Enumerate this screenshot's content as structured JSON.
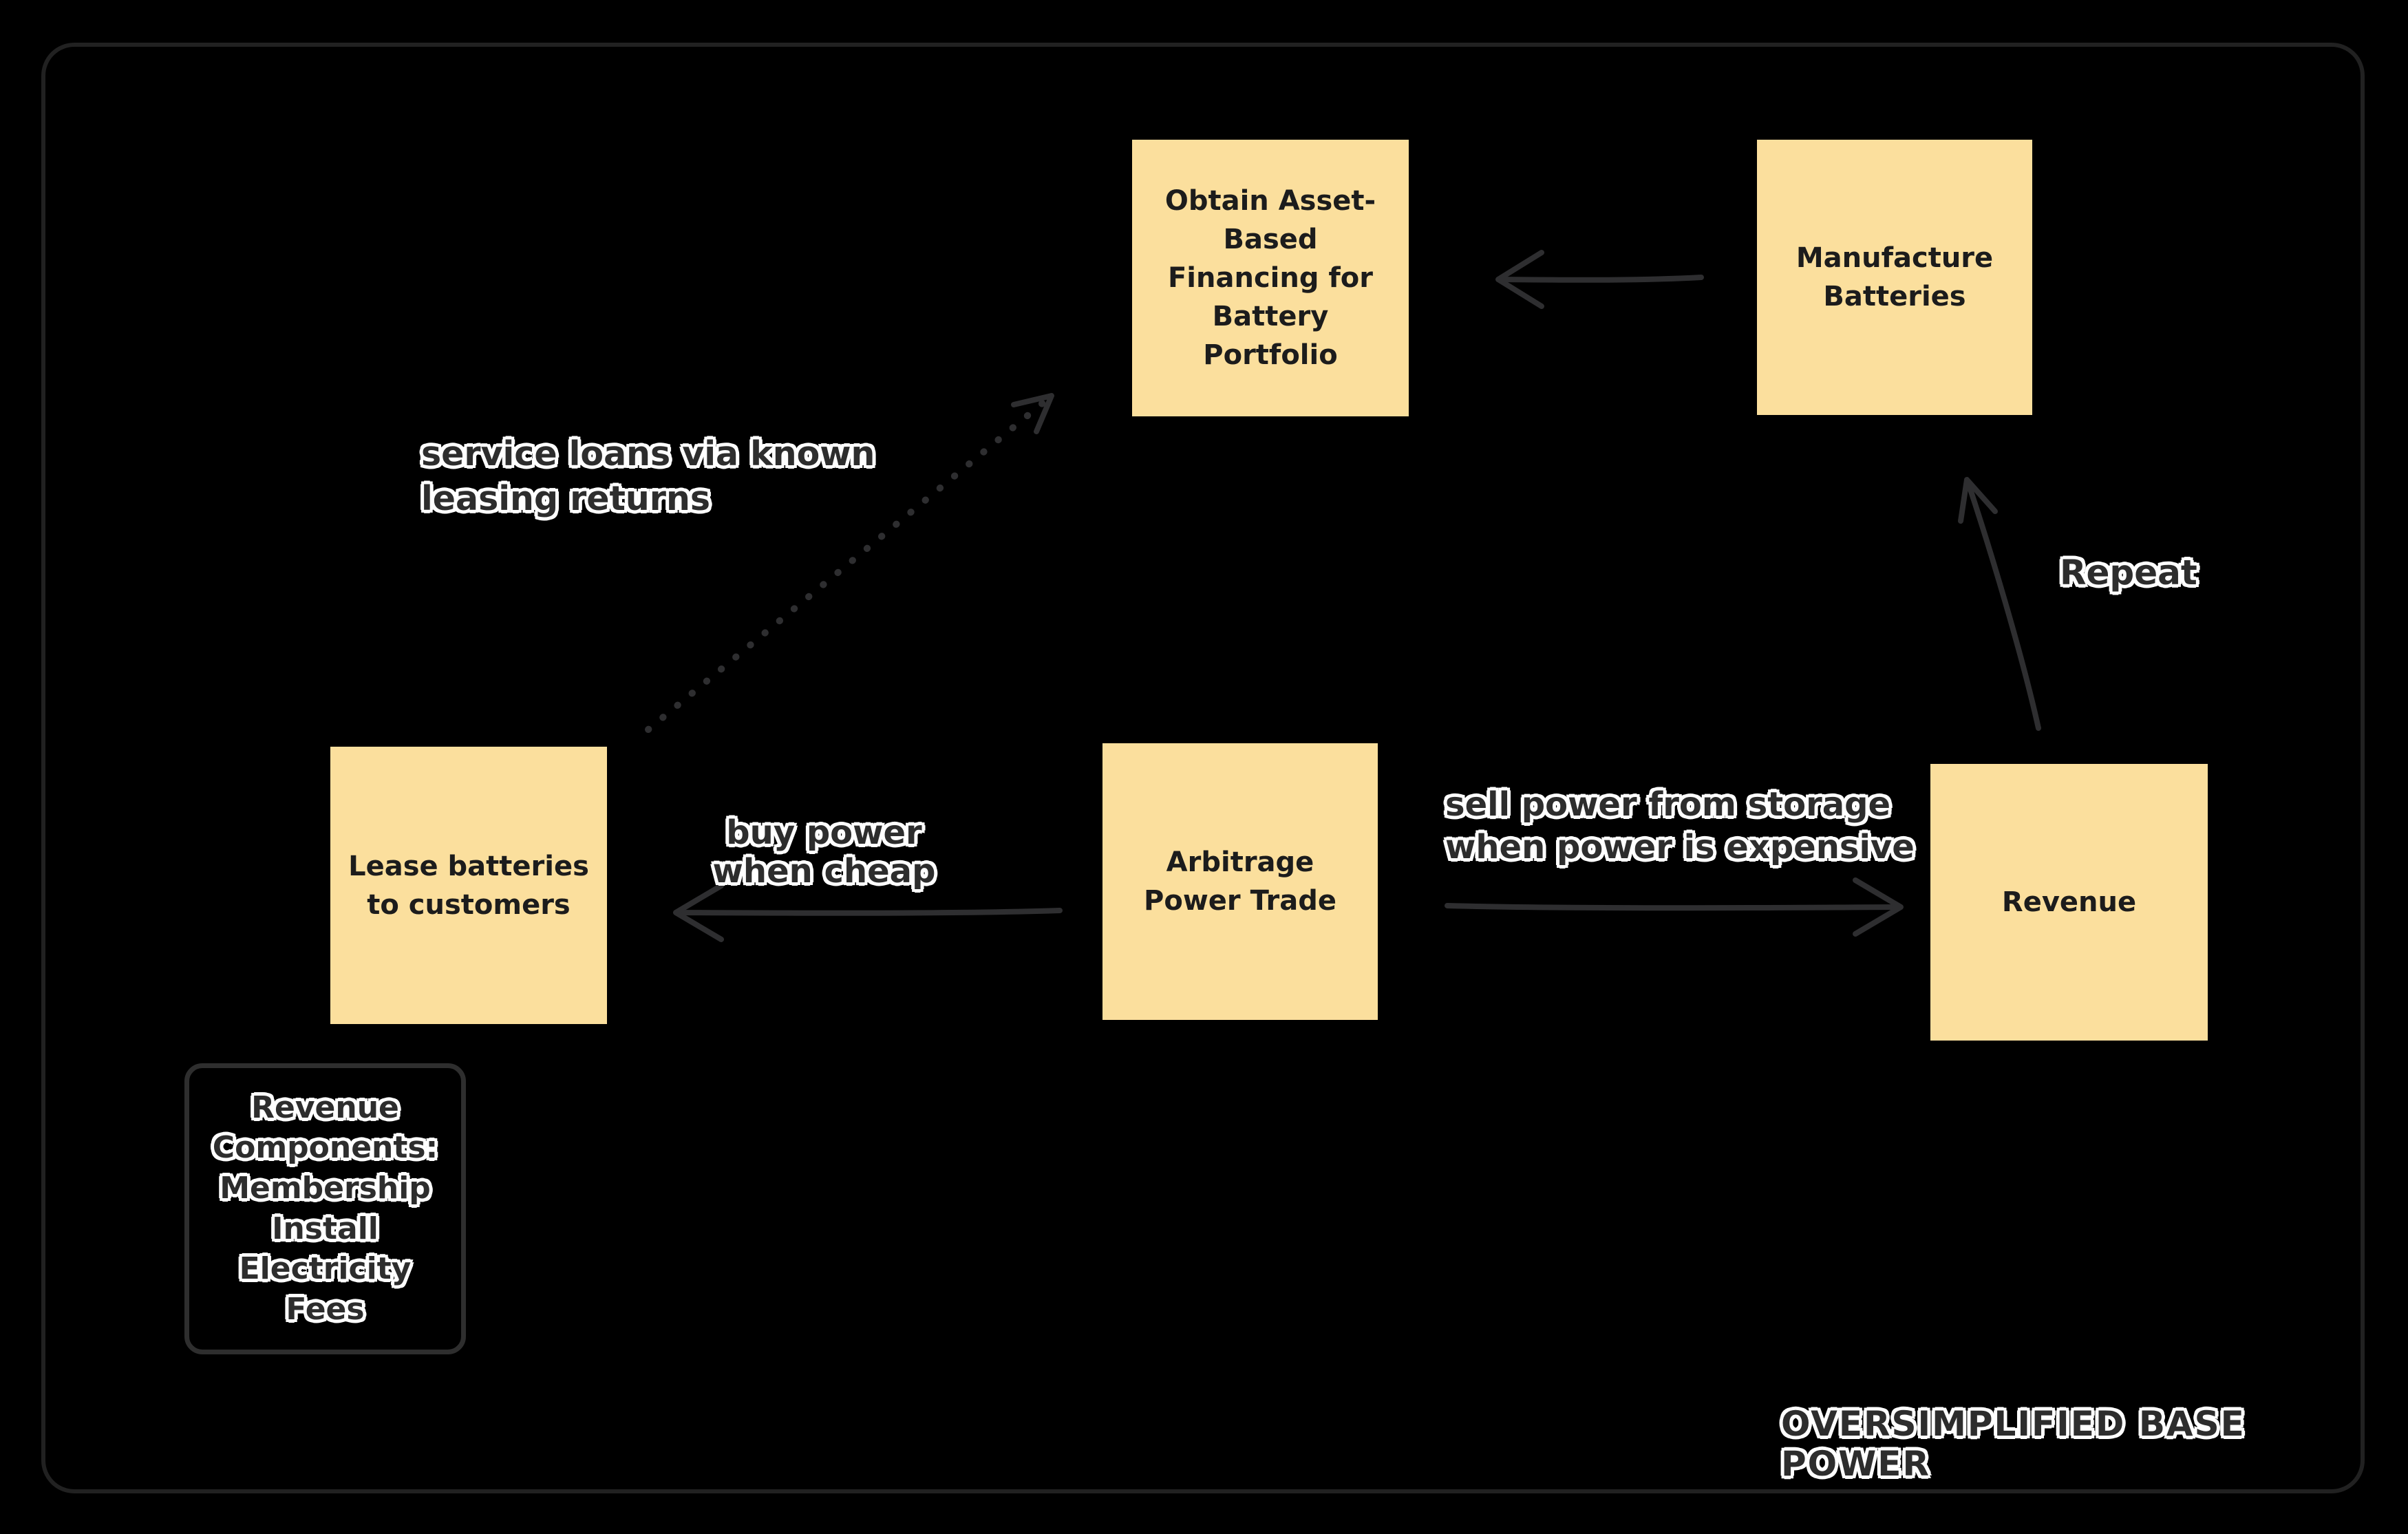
{
  "diagram": {
    "background": "#000000",
    "frame_color": "#212121",
    "sticky_fill": "#fbdf9d",
    "sticky_text_color": "#1c1c1c",
    "arrow_color": "#2e2e30",
    "label_text_color": "#2d2d2d",
    "label_halo_color": "#ffffff"
  },
  "nodes": {
    "obtain_financing": {
      "label": "Obtain Asset-Based Financing for Battery Portfolio"
    },
    "manufacture_batteries": {
      "label": "Manufacture Batteries"
    },
    "lease_batteries": {
      "label": "Lease batteries to customers"
    },
    "arbitrage_power_trade": {
      "label": "Arbitrage Power Trade"
    },
    "revenue": {
      "label": "Revenue"
    }
  },
  "note": {
    "text": "Revenue Components:\nMembership\nInstall\nElectricity\nFees"
  },
  "edges": {
    "service_loans": {
      "label": "service loans via known\nleasing returns"
    },
    "buy_power": {
      "label": "buy power when cheap"
    },
    "sell_power": {
      "label": "sell power from storage\nwhen power is expensive"
    },
    "repeat": {
      "label": "Repeat"
    }
  },
  "watermark": "OVERSIMPLIFIED BASE POWER"
}
